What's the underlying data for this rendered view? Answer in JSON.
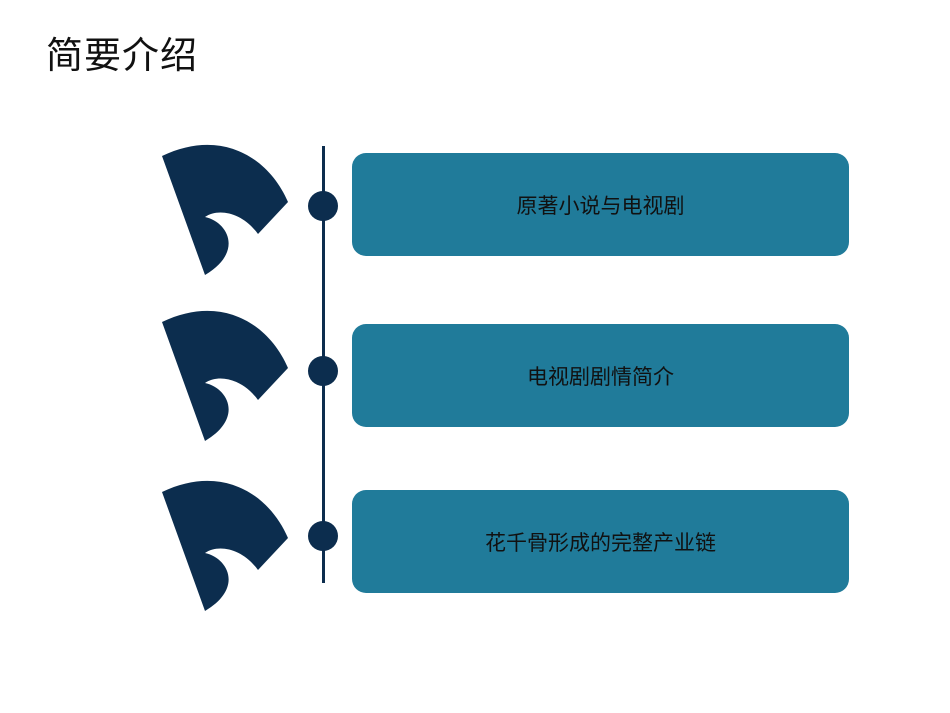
{
  "page": {
    "title": "简要介绍"
  },
  "colors": {
    "navy": "#0c2d4e",
    "teal": "#207b9a"
  },
  "items": [
    {
      "label": "原著小说与电视剧"
    },
    {
      "label": "电视剧剧情简介"
    },
    {
      "label": "花千骨形成的完整产业链"
    }
  ]
}
